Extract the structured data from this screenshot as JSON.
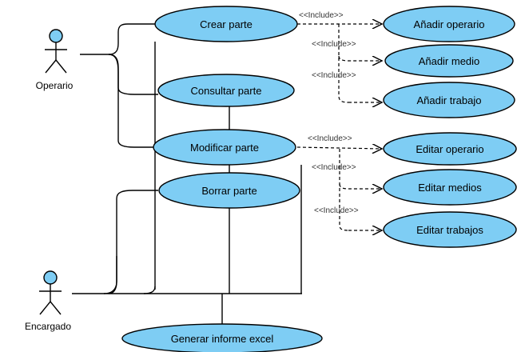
{
  "colors": {
    "ellipse_fill": "#7ecdf4",
    "ellipse_stroke": "#000000",
    "line": "#000000",
    "background": "#ffffff"
  },
  "actors": {
    "operario": "Operario",
    "encargado": "Encargado"
  },
  "use_cases": {
    "crear": "Crear parte",
    "consultar": "Consultar parte",
    "modificar": "Modificar parte",
    "borrar": "Borrar parte",
    "generar": "Generar informe excel",
    "anadir_operario": "Añadir operario",
    "anadir_medio": "Añadir medio",
    "anadir_trabajo": "Añadir trabajo",
    "editar_operario": "Editar operario",
    "editar_medios": "Editar medios",
    "editar_trabajos": "Editar trabajos"
  },
  "include_label": "<<Include>>"
}
